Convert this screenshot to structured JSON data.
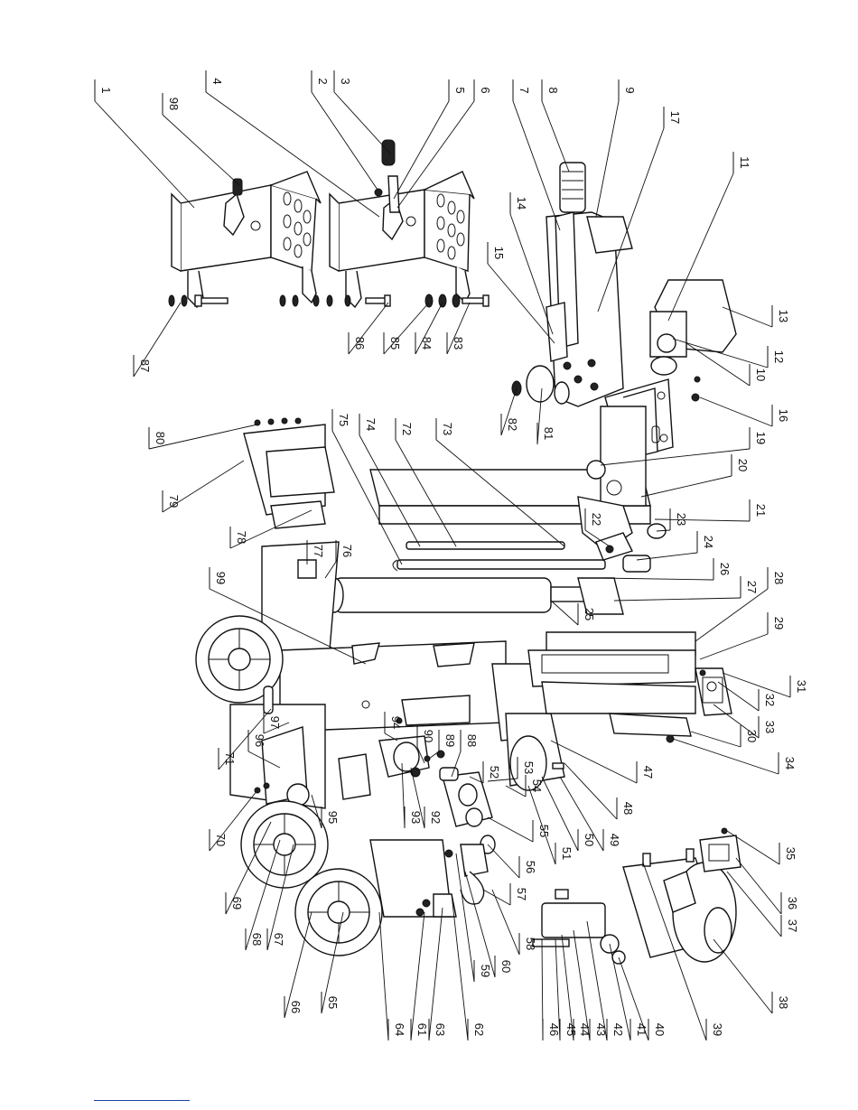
{
  "parts": [
    {
      "id": "p1",
      "label": "1"
    },
    {
      "id": "p2",
      "label": "2"
    },
    {
      "id": "p3",
      "label": "3"
    },
    {
      "id": "p4",
      "label": "4"
    },
    {
      "id": "p5",
      "label": "5"
    },
    {
      "id": "p6",
      "label": "6"
    },
    {
      "id": "p7",
      "label": "7"
    },
    {
      "id": "p8",
      "label": "8"
    },
    {
      "id": "p9",
      "label": "9"
    },
    {
      "id": "p10",
      "label": "10"
    },
    {
      "id": "p11",
      "label": "11"
    },
    {
      "id": "p12",
      "label": "12"
    },
    {
      "id": "p13",
      "label": "13"
    },
    {
      "id": "p14",
      "label": "14"
    },
    {
      "id": "p15",
      "label": "15"
    },
    {
      "id": "p16",
      "label": "16"
    },
    {
      "id": "p17",
      "label": "17"
    },
    {
      "id": "p19",
      "label": "19"
    },
    {
      "id": "p20",
      "label": "20"
    },
    {
      "id": "p21",
      "label": "21"
    },
    {
      "id": "p22",
      "label": "22"
    },
    {
      "id": "p23",
      "label": "23"
    },
    {
      "id": "p24",
      "label": "24"
    },
    {
      "id": "p25",
      "label": "25"
    },
    {
      "id": "p26",
      "label": "26"
    },
    {
      "id": "p27",
      "label": "27"
    },
    {
      "id": "p28",
      "label": "28"
    },
    {
      "id": "p29",
      "label": "29"
    },
    {
      "id": "p30",
      "label": "30"
    },
    {
      "id": "p31",
      "label": "31"
    },
    {
      "id": "p32",
      "label": "32"
    },
    {
      "id": "p33",
      "label": "33"
    },
    {
      "id": "p34",
      "label": "34"
    },
    {
      "id": "p35",
      "label": "35"
    },
    {
      "id": "p36",
      "label": "36"
    },
    {
      "id": "p37",
      "label": "37"
    },
    {
      "id": "p38",
      "label": "38"
    },
    {
      "id": "p39",
      "label": "39"
    },
    {
      "id": "p40",
      "label": "40"
    },
    {
      "id": "p41",
      "label": "41"
    },
    {
      "id": "p42",
      "label": "42"
    },
    {
      "id": "p43",
      "label": "43"
    },
    {
      "id": "p44",
      "label": "44"
    },
    {
      "id": "p45",
      "label": "45"
    },
    {
      "id": "p46",
      "label": "46"
    },
    {
      "id": "p47",
      "label": "47"
    },
    {
      "id": "p48",
      "label": "48"
    },
    {
      "id": "p49",
      "label": "49"
    },
    {
      "id": "p50",
      "label": "50"
    },
    {
      "id": "p51",
      "label": "51"
    },
    {
      "id": "p52",
      "label": "52"
    },
    {
      "id": "p53",
      "label": "53"
    },
    {
      "id": "p54",
      "label": "54"
    },
    {
      "id": "p55",
      "label": "55"
    },
    {
      "id": "p56",
      "label": "56"
    },
    {
      "id": "p57",
      "label": "57"
    },
    {
      "id": "p58",
      "label": "58"
    },
    {
      "id": "p59",
      "label": "59"
    },
    {
      "id": "p60",
      "label": "60"
    },
    {
      "id": "p61",
      "label": "61"
    },
    {
      "id": "p62",
      "label": "62"
    },
    {
      "id": "p63",
      "label": "63"
    },
    {
      "id": "p64",
      "label": "64"
    },
    {
      "id": "p65",
      "label": "65"
    },
    {
      "id": "p66",
      "label": "66"
    },
    {
      "id": "p67",
      "label": "67"
    },
    {
      "id": "p68",
      "label": "68"
    },
    {
      "id": "p69",
      "label": "69"
    },
    {
      "id": "p70",
      "label": "70"
    },
    {
      "id": "p71",
      "label": "71"
    },
    {
      "id": "p72",
      "label": "72"
    },
    {
      "id": "p73",
      "label": "73"
    },
    {
      "id": "p74",
      "label": "74"
    },
    {
      "id": "p75",
      "label": "75"
    },
    {
      "id": "p76",
      "label": "76"
    },
    {
      "id": "p77",
      "label": "77"
    },
    {
      "id": "p78",
      "label": "78"
    },
    {
      "id": "p79",
      "label": "79"
    },
    {
      "id": "p80",
      "label": "80"
    },
    {
      "id": "p81",
      "label": "81"
    },
    {
      "id": "p82",
      "label": "82"
    },
    {
      "id": "p83",
      "label": "83"
    },
    {
      "id": "p84",
      "label": "84"
    },
    {
      "id": "p85",
      "label": "85"
    },
    {
      "id": "p86",
      "label": "86"
    },
    {
      "id": "p87",
      "label": "87"
    },
    {
      "id": "p88",
      "label": "88"
    },
    {
      "id": "p89",
      "label": "89"
    },
    {
      "id": "p90",
      "label": "90"
    },
    {
      "id": "p92",
      "label": "92"
    },
    {
      "id": "p93",
      "label": "93"
    },
    {
      "id": "p94",
      "label": "94"
    },
    {
      "id": "p95",
      "label": "95"
    },
    {
      "id": "p96",
      "label": "96"
    },
    {
      "id": "p97",
      "label": "97"
    },
    {
      "id": "p98",
      "label": "98"
    },
    {
      "id": "p99",
      "label": "99"
    }
  ]
}
